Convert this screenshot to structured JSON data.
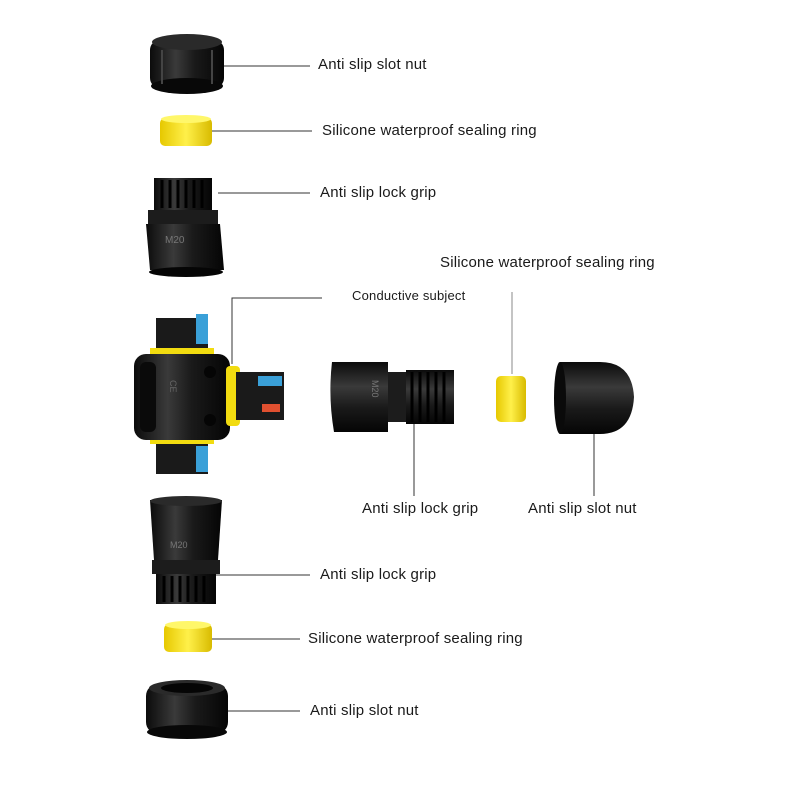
{
  "labels": {
    "nut_top": "Anti slip slot nut",
    "ring_top": "Silicone waterproof sealing ring",
    "grip_top": "Anti slip lock grip",
    "ring_right": "Silicone waterproof sealing ring",
    "conductive": "Conductive subject",
    "grip_right": "Anti slip lock grip",
    "nut_right": "Anti slip slot nut",
    "grip_bottom": "Anti slip lock grip",
    "ring_bottom": "Silicone waterproof sealing ring",
    "nut_bottom": "Anti slip slot nut"
  },
  "part_markings": {
    "grip_top_size": "M20",
    "grip_right_size": "M20",
    "grip_bottom_size": "M20"
  },
  "colors": {
    "plastic": "#151515",
    "seal": "#f2dc10",
    "accent": "#3aa0d8"
  }
}
